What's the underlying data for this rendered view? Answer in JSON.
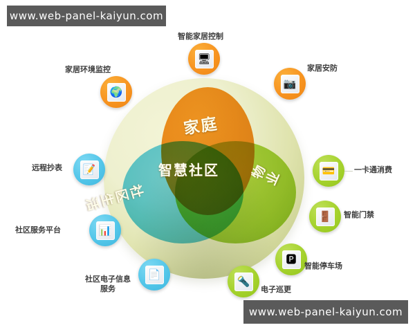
{
  "watermarks": {
    "top": "www.web-panel-kaiyun.com",
    "bottom": "www.web-panel-kaiyun.com"
  },
  "diagram": {
    "type": "venn-3-circle",
    "center_label": "智慧社区",
    "lobes": [
      {
        "id": "home",
        "label": "家庭",
        "color": "#f4870e",
        "position": "top"
      },
      {
        "id": "community",
        "label": "社区生活",
        "color": "#4cc5e8",
        "position": "bottom-left"
      },
      {
        "id": "property",
        "label": "物业",
        "color": "#9ccf27",
        "position": "bottom-right"
      }
    ],
    "background_color": "#dfe3ad"
  },
  "nodes": [
    {
      "id": "smart-home-control",
      "label": "智能家居控制",
      "color": "#f79421",
      "icon": "monitor-icon"
    },
    {
      "id": "home-environment",
      "label": "家居环境监控",
      "color": "#f79421",
      "icon": "globe-icon"
    },
    {
      "id": "home-security",
      "label": "家居安防",
      "color": "#f79421",
      "icon": "camera-icon"
    },
    {
      "id": "one-card-payment",
      "label": "一卡通消费",
      "color": "#9ccf27",
      "icon": "card-reader-icon"
    },
    {
      "id": "smart-access-control",
      "label": "智能门禁",
      "color": "#9ccf27",
      "icon": "door-lock-icon"
    },
    {
      "id": "smart-parking",
      "label": "智能停车场",
      "color": "#9ccf27",
      "icon": "parking-icon"
    },
    {
      "id": "electronic-patrol",
      "label": "电子巡更",
      "color": "#9ccf27",
      "icon": "patrol-icon"
    },
    {
      "id": "community-info-service",
      "label": "社区电子信息服务",
      "color": "#4cc5e8",
      "icon": "documents-icon"
    },
    {
      "id": "community-platform",
      "label": "社区服务平台",
      "color": "#4cc5e8",
      "icon": "fan-chart-icon"
    },
    {
      "id": "remote-meter-reading",
      "label": "远程抄表",
      "color": "#4cc5e8",
      "icon": "clipboard-pen-icon"
    }
  ]
}
